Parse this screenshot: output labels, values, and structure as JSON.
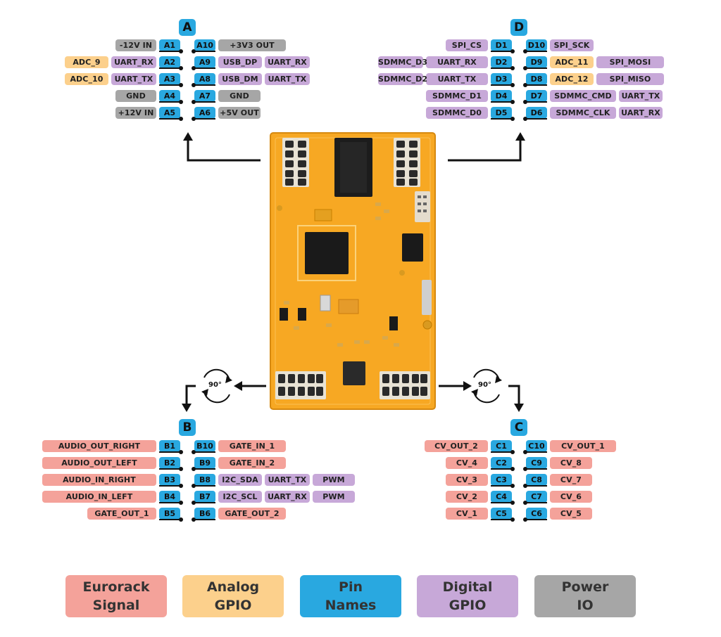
{
  "groups": {
    "A": {
      "label": "A",
      "rows": [
        {
          "left": [
            {
              "text": "-12V IN",
              "cat": "power"
            }
          ],
          "lpin": "A1",
          "rpin": "A10",
          "right": [
            {
              "text": "+3V3 OUT",
              "cat": "power"
            }
          ]
        },
        {
          "left": [
            {
              "text": "UART_RX",
              "cat": "digital"
            },
            {
              "text": "ADC_9",
              "cat": "analog"
            }
          ],
          "lpin": "A2",
          "rpin": "A9",
          "right": [
            {
              "text": "USB_DP",
              "cat": "digital"
            },
            {
              "text": "UART_RX",
              "cat": "digital"
            }
          ]
        },
        {
          "left": [
            {
              "text": "UART_TX",
              "cat": "digital"
            },
            {
              "text": "ADC_10",
              "cat": "analog"
            }
          ],
          "lpin": "A3",
          "rpin": "A8",
          "right": [
            {
              "text": "USB_DM",
              "cat": "digital"
            },
            {
              "text": "UART_TX",
              "cat": "digital"
            }
          ]
        },
        {
          "left": [
            {
              "text": "GND",
              "cat": "power"
            }
          ],
          "lpin": "A4",
          "rpin": "A7",
          "right": [
            {
              "text": "GND",
              "cat": "power"
            }
          ]
        },
        {
          "left": [
            {
              "text": "+12V IN",
              "cat": "power"
            }
          ],
          "lpin": "A5",
          "rpin": "A6",
          "right": [
            {
              "text": "+5V OUT",
              "cat": "power"
            }
          ]
        }
      ]
    },
    "D": {
      "label": "D",
      "rows": [
        {
          "left": [
            {
              "text": "SPI_CS",
              "cat": "digital"
            }
          ],
          "lpin": "D1",
          "rpin": "D10",
          "right": [
            {
              "text": "SPI_SCK",
              "cat": "digital"
            }
          ]
        },
        {
          "left": [
            {
              "text": "UART_RX",
              "cat": "digital"
            },
            {
              "text": "SDMMC_D3",
              "cat": "digital"
            }
          ],
          "lpin": "D2",
          "rpin": "D9",
          "right": [
            {
              "text": "ADC_11",
              "cat": "analog"
            },
            {
              "text": "SPI_MOSI",
              "cat": "digital"
            }
          ]
        },
        {
          "left": [
            {
              "text": "UART_TX",
              "cat": "digital"
            },
            {
              "text": "SDMMC_D2",
              "cat": "digital"
            }
          ],
          "lpin": "D3",
          "rpin": "D8",
          "right": [
            {
              "text": "ADC_12",
              "cat": "analog"
            },
            {
              "text": "SPI_MISO",
              "cat": "digital"
            }
          ]
        },
        {
          "left": [
            {
              "text": "SDMMC_D1",
              "cat": "digital"
            }
          ],
          "lpin": "D4",
          "rpin": "D7",
          "right": [
            {
              "text": "SDMMC_CMD",
              "cat": "digital"
            },
            {
              "text": "UART_TX",
              "cat": "digital"
            }
          ]
        },
        {
          "left": [
            {
              "text": "SDMMC_D0",
              "cat": "digital"
            }
          ],
          "lpin": "D5",
          "rpin": "D6",
          "right": [
            {
              "text": "SDMMC_CLK",
              "cat": "digital"
            },
            {
              "text": "UART_RX",
              "cat": "digital"
            }
          ]
        }
      ]
    },
    "B": {
      "label": "B",
      "rows": [
        {
          "left": [
            {
              "text": "AUDIO_OUT_RIGHT",
              "cat": "euro"
            }
          ],
          "lpin": "B1",
          "rpin": "B10",
          "right": [
            {
              "text": "GATE_IN_1",
              "cat": "euro"
            }
          ]
        },
        {
          "left": [
            {
              "text": "AUDIO_OUT_LEFT",
              "cat": "euro"
            }
          ],
          "lpin": "B2",
          "rpin": "B9",
          "right": [
            {
              "text": "GATE_IN_2",
              "cat": "euro"
            }
          ]
        },
        {
          "left": [
            {
              "text": "AUDIO_IN_RIGHT",
              "cat": "euro"
            }
          ],
          "lpin": "B3",
          "rpin": "B8",
          "right": [
            {
              "text": "I2C_SDA",
              "cat": "digital"
            },
            {
              "text": "UART_TX",
              "cat": "digital"
            },
            {
              "text": "PWM",
              "cat": "digital"
            }
          ]
        },
        {
          "left": [
            {
              "text": "AUDIO_IN_LEFT",
              "cat": "euro"
            }
          ],
          "lpin": "B4",
          "rpin": "B7",
          "right": [
            {
              "text": "I2C_SCL",
              "cat": "digital"
            },
            {
              "text": "UART_RX",
              "cat": "digital"
            },
            {
              "text": "PWM",
              "cat": "digital"
            }
          ]
        },
        {
          "left": [
            {
              "text": "GATE_OUT_1",
              "cat": "euro"
            }
          ],
          "lpin": "B5",
          "rpin": "B6",
          "right": [
            {
              "text": "GATE_OUT_2",
              "cat": "euro"
            }
          ]
        }
      ]
    },
    "C": {
      "label": "C",
      "rows": [
        {
          "left": [
            {
              "text": "CV_OUT_2",
              "cat": "euro"
            }
          ],
          "lpin": "C1",
          "rpin": "C10",
          "right": [
            {
              "text": "CV_OUT_1",
              "cat": "euro"
            }
          ]
        },
        {
          "left": [
            {
              "text": "CV_4",
              "cat": "euro"
            }
          ],
          "lpin": "C2",
          "rpin": "C9",
          "right": [
            {
              "text": "CV_8",
              "cat": "euro"
            }
          ]
        },
        {
          "left": [
            {
              "text": "CV_3",
              "cat": "euro"
            }
          ],
          "lpin": "C3",
          "rpin": "C8",
          "right": [
            {
              "text": "CV_7",
              "cat": "euro"
            }
          ]
        },
        {
          "left": [
            {
              "text": "CV_2",
              "cat": "euro"
            }
          ],
          "lpin": "C4",
          "rpin": "C7",
          "right": [
            {
              "text": "CV_6",
              "cat": "euro"
            }
          ]
        },
        {
          "left": [
            {
              "text": "CV_1",
              "cat": "euro"
            }
          ],
          "lpin": "C5",
          "rpin": "C6",
          "right": [
            {
              "text": "CV_5",
              "cat": "euro"
            }
          ]
        }
      ]
    }
  },
  "rotation_label": "90°",
  "legend": [
    {
      "line1": "Eurorack",
      "line2": "Signal",
      "color": "#f4a29a"
    },
    {
      "line1": "Analog",
      "line2": "GPIO",
      "color": "#fcd08c"
    },
    {
      "line1": "Pin",
      "line2": "Names",
      "color": "#29a8e0"
    },
    {
      "line1": "Digital",
      "line2": "GPIO",
      "color": "#c7a8d8"
    },
    {
      "line1": "Power",
      "line2": "IO",
      "color": "#a6a6a6"
    }
  ],
  "colors": {
    "euro": "#f4a29a",
    "analog": "#fcd08c",
    "pin": "#29a8e0",
    "digital": "#c7a8d8",
    "power": "#a6a6a6",
    "board": "#f7a823"
  }
}
